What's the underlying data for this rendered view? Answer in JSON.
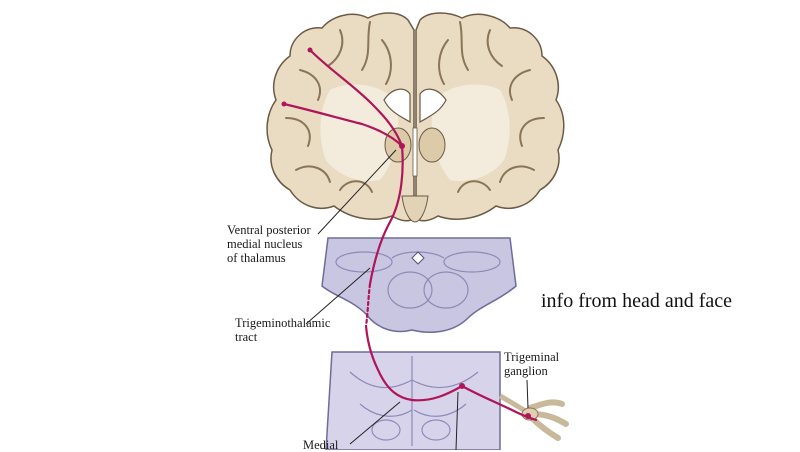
{
  "caption": "info from head and face",
  "labels": {
    "vpm": [
      "Ventral posterior",
      "medial nucleus",
      "of thalamus"
    ],
    "tract": [
      "Trigeminothalamic",
      "tract"
    ],
    "ganglion": [
      "Trigeminal",
      "ganglion"
    ],
    "medial": [
      "Medial"
    ]
  },
  "colors": {
    "pathway": "#b0155a",
    "brain_tissue": "#e9dcc3",
    "brain_outline": "#6b5a45",
    "section_tissue": "#c9c6e2",
    "section_outline": "#6f6b9a",
    "ventricle": "#ffffff"
  }
}
